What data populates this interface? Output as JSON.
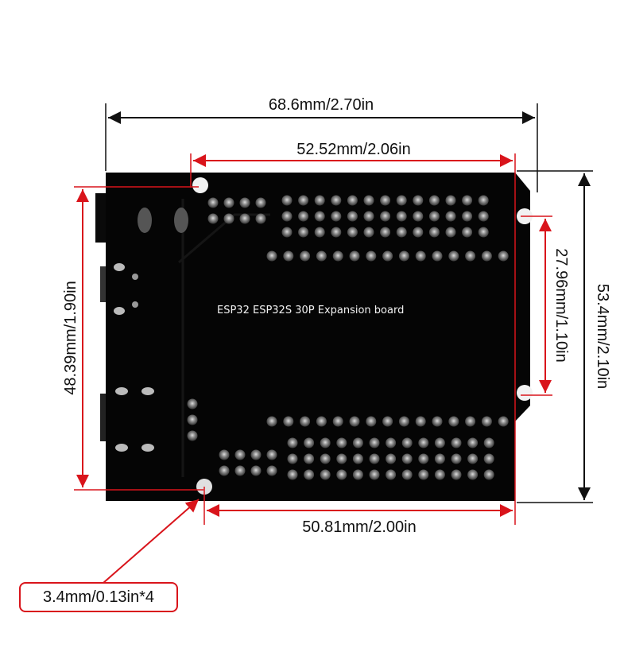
{
  "board": {
    "label": "ESP32 ESP32S 30P Expansion board",
    "color": "#050505",
    "pin_groups": [
      {
        "name": "top-left-2x4",
        "cols": 4,
        "rows": 2
      },
      {
        "name": "top-3x13",
        "cols": 13,
        "rows": 3
      },
      {
        "name": "top-header-15",
        "cols": 15,
        "rows": 1
      },
      {
        "name": "bottom-header-15",
        "cols": 15,
        "rows": 1
      },
      {
        "name": "bottom-3x13",
        "cols": 13,
        "rows": 3
      },
      {
        "name": "bottom-left-2x4",
        "cols": 4,
        "rows": 2
      },
      {
        "name": "left-vertical-3",
        "cols": 1,
        "rows": 3
      }
    ]
  },
  "dimensions": {
    "overall_width": "68.6mm/2.70in",
    "hole_span_top": "52.52mm/2.06in",
    "hole_span_bottom": "50.81mm/2.00in",
    "hole_span_left": "48.39mm/1.90in",
    "hole_span_right": "27.96mm/1.10in",
    "overall_height": "53.4mm/2.10in",
    "hole_size": "3.4mm/0.13in*4"
  },
  "colors": {
    "dimension_red": "#d9141b",
    "dimension_black": "#111111"
  }
}
